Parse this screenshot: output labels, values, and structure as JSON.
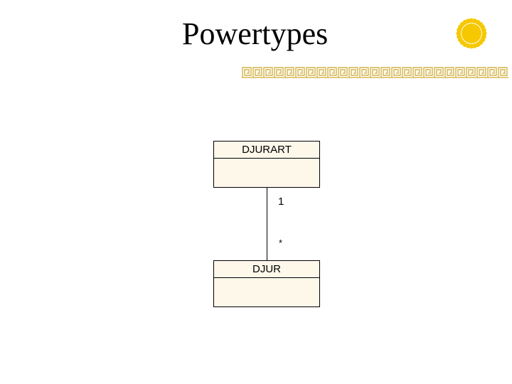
{
  "slide": {
    "title": "Powertypes",
    "accent_color": "#f5c800"
  },
  "diagram": {
    "classes": [
      {
        "name": "DJURART"
      },
      {
        "name": "DJUR"
      }
    ],
    "association": {
      "multiplicity_top": "1",
      "multiplicity_bottom": "*"
    }
  },
  "decorations": {
    "sun_icon": "sun-icon",
    "border_pattern": "greek-key-border"
  }
}
